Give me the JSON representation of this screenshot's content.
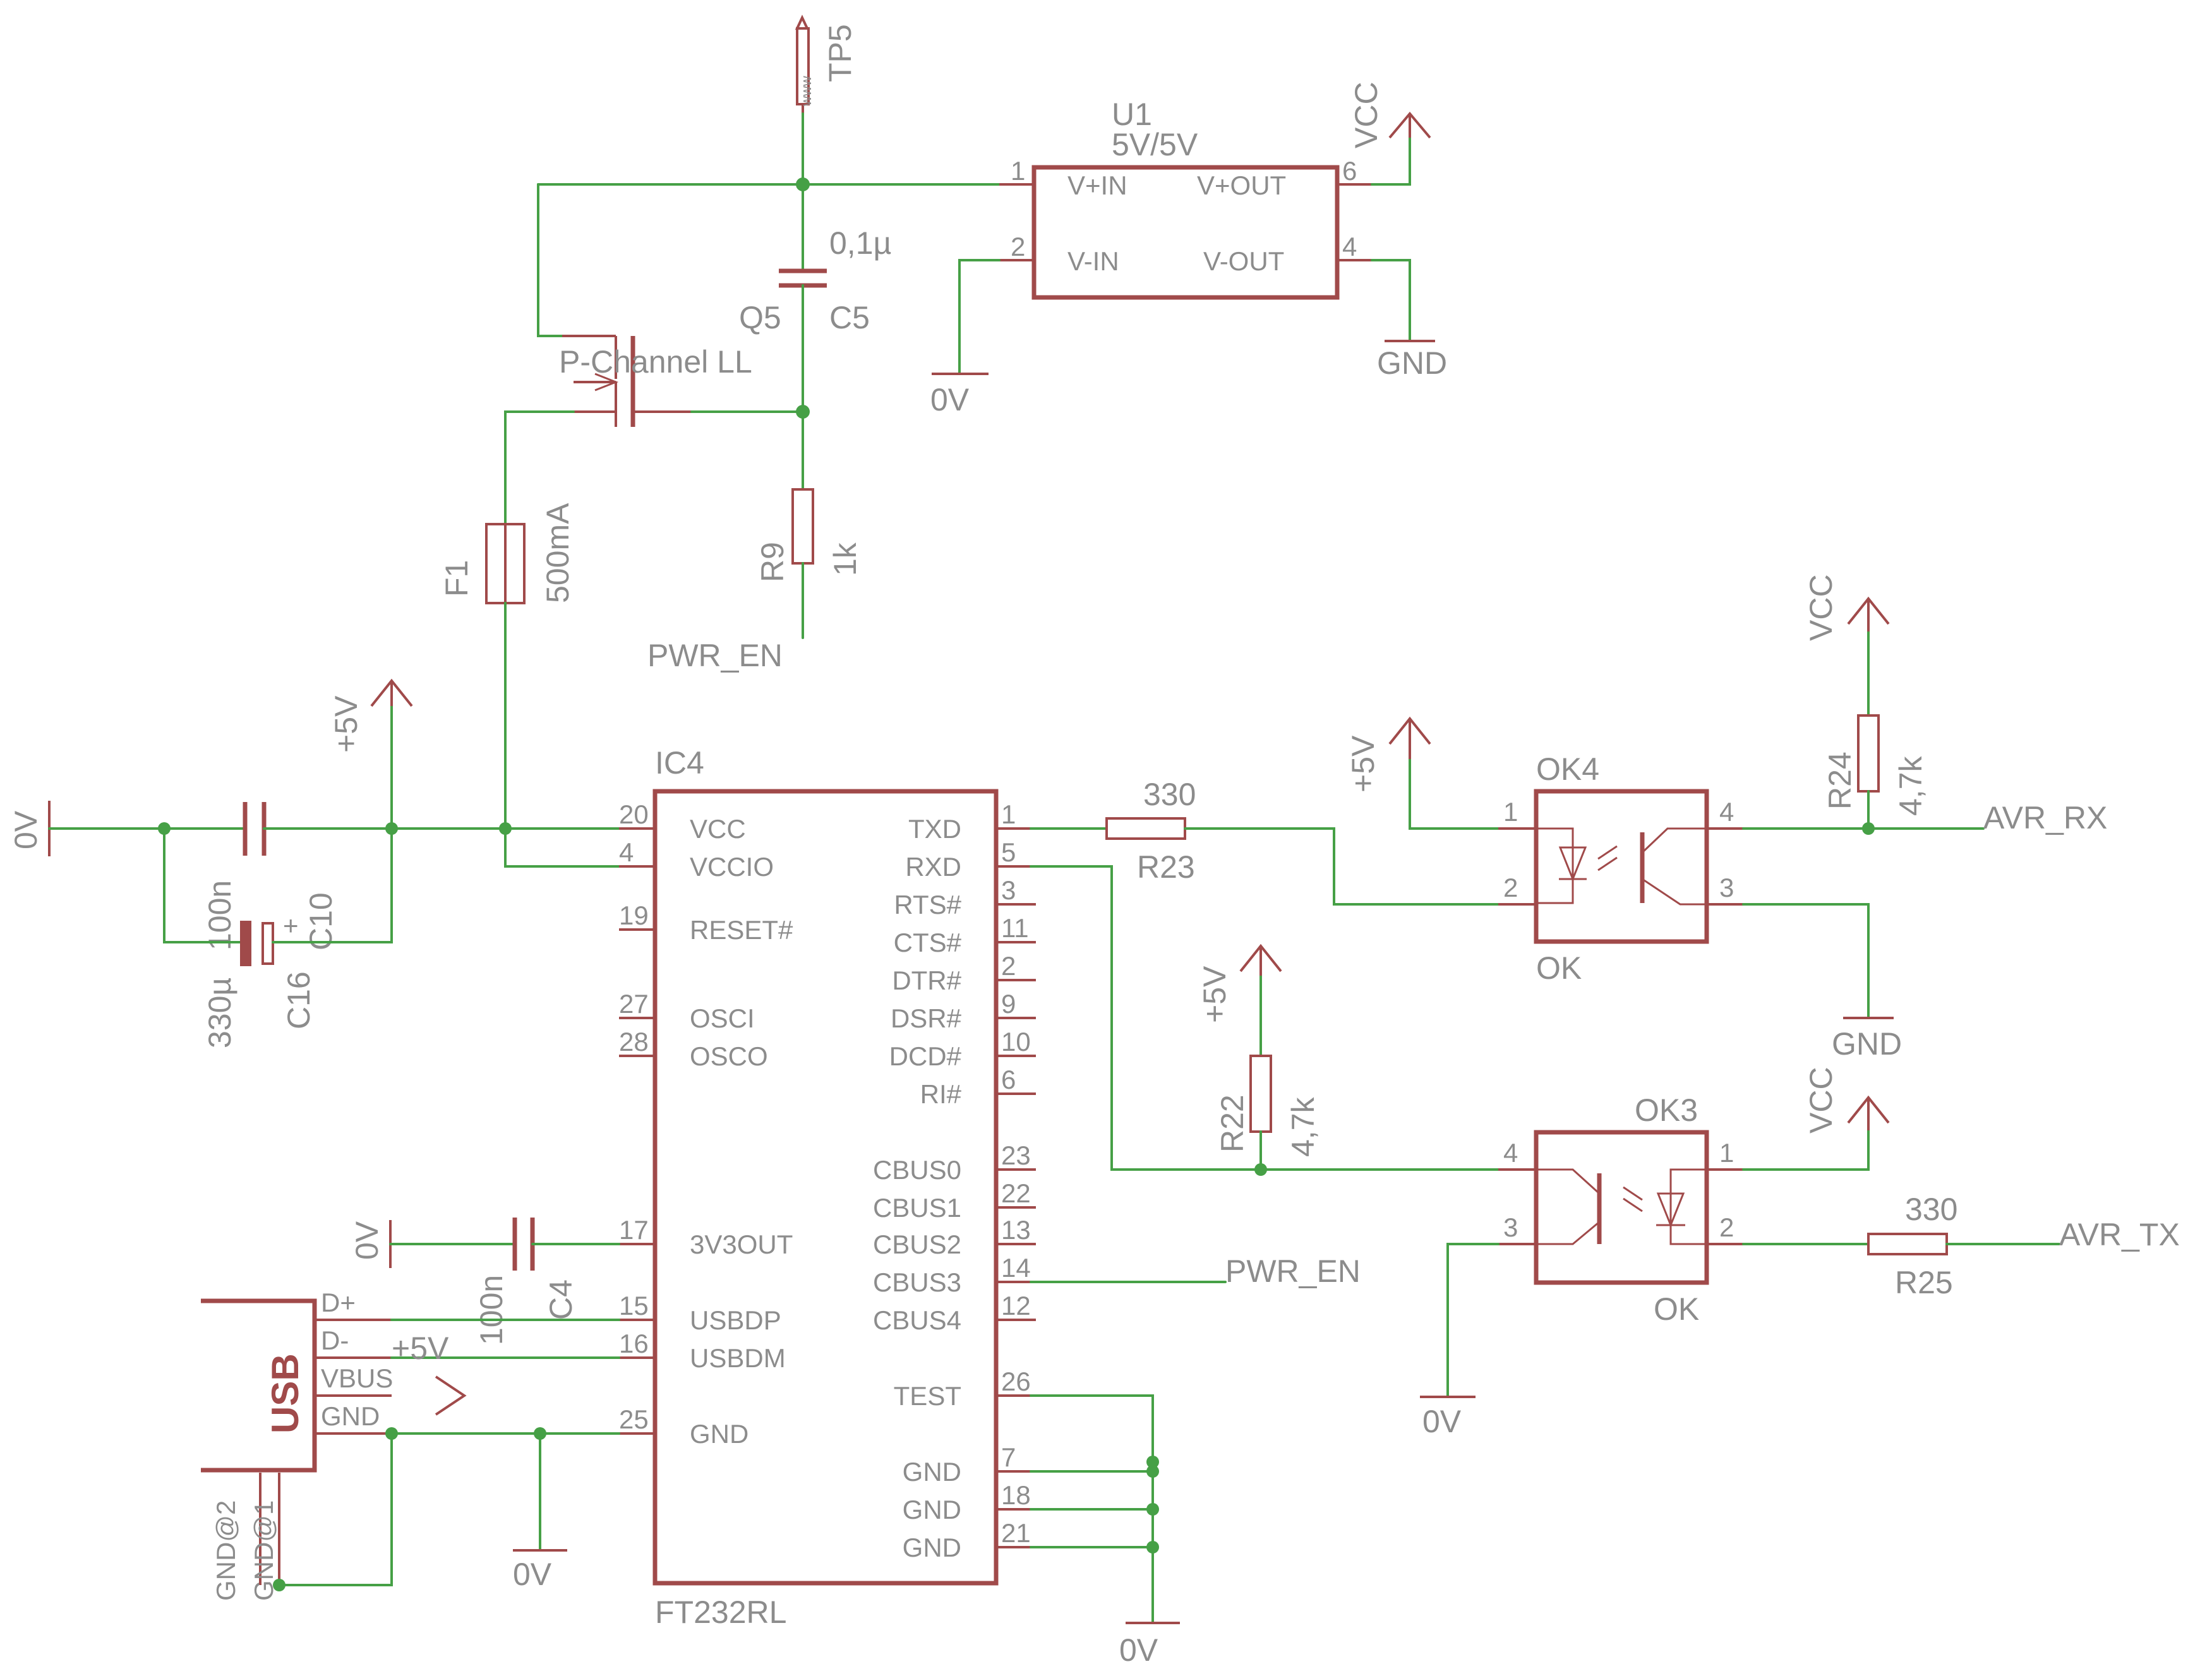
{
  "colors": {
    "wire": "#46a046",
    "symbol": "#a04a4a",
    "text": "#8c8c8c",
    "background": "#ffffff"
  },
  "tp5": {
    "name": "TP5",
    "glyph": "www"
  },
  "u1": {
    "name": "U1",
    "value": "5V/5V",
    "pins": {
      "vin_plus": "V+IN",
      "vin_minus": "V-IN",
      "vout_plus": "V+OUT",
      "vout_minus": "V-OUT"
    },
    "pin_numbers": {
      "p1": "1",
      "p2": "2",
      "p6": "6",
      "p4": "4"
    }
  },
  "c5": {
    "name": "C5",
    "value": "0,1µ"
  },
  "q5": {
    "name": "Q5",
    "value": "P-Channel LL"
  },
  "r9": {
    "name": "R9",
    "value": "1k"
  },
  "f1": {
    "name": "F1",
    "value": "500mA"
  },
  "c10": {
    "name": "C10",
    "value": "100n"
  },
  "c16": {
    "name": "C16",
    "value": "330µ"
  },
  "c4": {
    "name": "C4",
    "value": "100n"
  },
  "r23": {
    "name": "R23",
    "value": "330"
  },
  "r25": {
    "name": "R25",
    "value": "330"
  },
  "r24": {
    "name": "R24",
    "value": "4,7k"
  },
  "r22": {
    "name": "R22",
    "value": "4,7k"
  },
  "ok4": {
    "name": "OK4",
    "value": "OK",
    "pins": [
      "1",
      "2",
      "4",
      "3"
    ]
  },
  "ok3": {
    "name": "OK3",
    "value": "OK",
    "pins": [
      "4",
      "3",
      "1",
      "2"
    ]
  },
  "usb": {
    "name": "USB",
    "pins": [
      "D+",
      "D-",
      "VBUS",
      "GND"
    ],
    "shield": [
      "GND@2",
      "GND@1"
    ]
  },
  "nets": {
    "vcc": "VCC",
    "gnd": "GND",
    "zero_v": "0V",
    "plus5v": "+5V",
    "pwr_en": "PWR_EN",
    "avr_rx": "AVR_RX",
    "avr_tx": "AVR_TX"
  },
  "ic4": {
    "name": "IC4",
    "value": "FT232RL",
    "left_pins": [
      {
        "num": "20",
        "label": "VCC"
      },
      {
        "num": "4",
        "label": "VCCIO"
      },
      {
        "num": "19",
        "label": "RESET#"
      },
      {
        "num": "27",
        "label": "OSCI"
      },
      {
        "num": "28",
        "label": "OSCO"
      },
      {
        "num": "17",
        "label": "3V3OUT"
      },
      {
        "num": "15",
        "label": "USBDP"
      },
      {
        "num": "16",
        "label": "USBDM"
      },
      {
        "num": "25",
        "label": "GND"
      }
    ],
    "right_pins": [
      {
        "num": "1",
        "label": "TXD"
      },
      {
        "num": "5",
        "label": "RXD"
      },
      {
        "num": "3",
        "label": "RTS#"
      },
      {
        "num": "11",
        "label": "CTS#"
      },
      {
        "num": "2",
        "label": "DTR#"
      },
      {
        "num": "9",
        "label": "DSR#"
      },
      {
        "num": "10",
        "label": "DCD#"
      },
      {
        "num": "6",
        "label": "RI#"
      },
      {
        "num": "23",
        "label": "CBUS0"
      },
      {
        "num": "22",
        "label": "CBUS1"
      },
      {
        "num": "13",
        "label": "CBUS2"
      },
      {
        "num": "14",
        "label": "CBUS3"
      },
      {
        "num": "12",
        "label": "CBUS4"
      },
      {
        "num": "26",
        "label": "TEST"
      },
      {
        "num": "7",
        "label": "GND"
      },
      {
        "num": "18",
        "label": "GND"
      },
      {
        "num": "21",
        "label": "GND"
      }
    ]
  }
}
